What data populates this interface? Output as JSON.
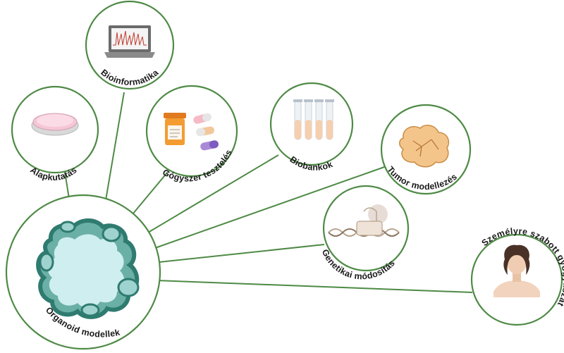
{
  "diagram": {
    "center": {
      "label": "Organoid modellek",
      "icon": "organoid-icon"
    },
    "nodes": [
      {
        "id": "alapkutatas",
        "label": "Alapkutatás",
        "icon": "petri-dish-icon"
      },
      {
        "id": "bioinformatika",
        "label": "Bioinformatika",
        "icon": "laptop-chart-icon"
      },
      {
        "id": "gyogyszer",
        "label": "Gógyszer tesztelés",
        "icon": "pill-bottle-icon"
      },
      {
        "id": "biobankok",
        "label": "Biobankok",
        "icon": "test-tubes-icon"
      },
      {
        "id": "tumor",
        "label": "Tumor modellezés",
        "icon": "tumor-icon"
      },
      {
        "id": "genetikai",
        "label": "Genetikai módosítás",
        "icon": "dna-crispr-icon"
      },
      {
        "id": "szemelyre",
        "label": "Személyre szabott gyógyászat",
        "icon": "person-icon"
      }
    ],
    "colors": {
      "stroke": "#4e8a45",
      "organoid_light": "#cfeef0",
      "organoid_dark": "#2f7b70",
      "organoid_mid": "#6bb0a6"
    }
  }
}
